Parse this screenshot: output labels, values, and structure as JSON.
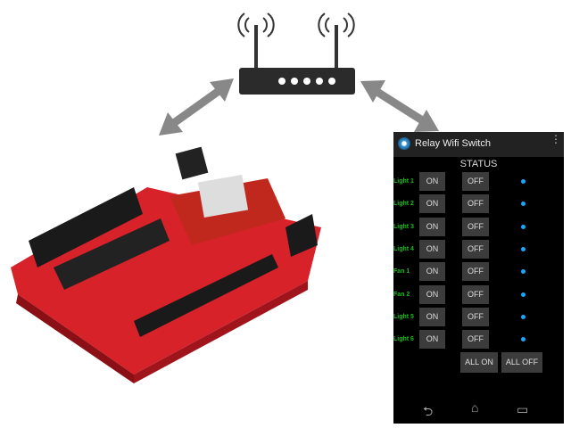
{
  "app": {
    "title": "Relay Wifi Switch",
    "status_header": "STATUS",
    "rows": [
      {
        "label": "Light 1"
      },
      {
        "label": "Light 2"
      },
      {
        "label": "Light 3"
      },
      {
        "label": "Light 4"
      },
      {
        "label": "Fan 1"
      },
      {
        "label": "Fan 2"
      },
      {
        "label": "Light 5"
      },
      {
        "label": "Light 6"
      }
    ],
    "on_label": "ON",
    "off_label": "OFF",
    "all_on": "ALL ON",
    "all_off": "ALL OFF",
    "nav": {
      "back": "⮌",
      "home": "⌂",
      "recent": "▭"
    }
  },
  "colors": {
    "label": "#1cb81c",
    "status_dot": "#14a8ff",
    "board": "#d8222a"
  }
}
